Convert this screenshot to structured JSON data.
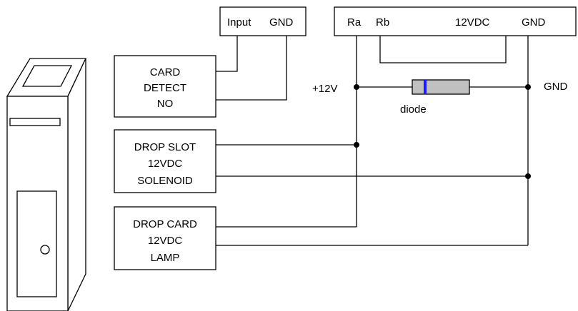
{
  "connector_input": {
    "input_label": "Input",
    "gnd_label": "GND"
  },
  "connector_relay": {
    "ra_label": "Ra",
    "rb_label": "Rb",
    "power_label": "12VDC",
    "gnd_label": "GND"
  },
  "card_detect": {
    "line1": "CARD",
    "line2": "DETECT",
    "line3": "NO"
  },
  "drop_slot": {
    "line1": "DROP SLOT",
    "line2": "12VDC",
    "line3": "SOLENOID"
  },
  "drop_card": {
    "line1": "DROP CARD",
    "line2": "12VDC",
    "line3": "LAMP"
  },
  "labels": {
    "plus12v": "+12V",
    "gnd_right": "GND",
    "diode": "diode"
  },
  "colors": {
    "diode_body": "#c0c0c0",
    "diode_band": "#1a1aff"
  }
}
